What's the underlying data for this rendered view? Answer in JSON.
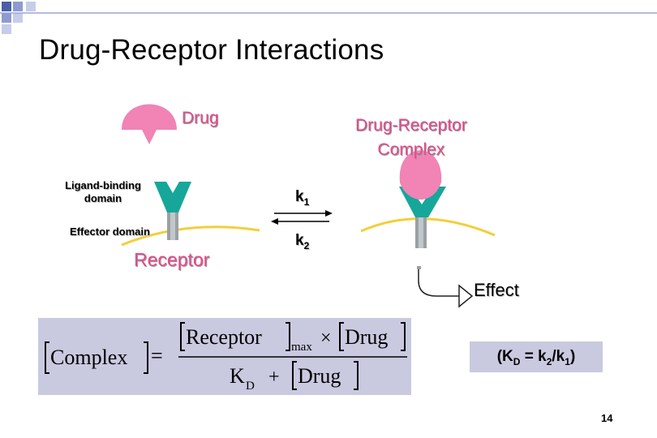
{
  "slide": {
    "title": "Drug-Receptor Interactions",
    "page_number": "14"
  },
  "labels": {
    "drug": "Drug",
    "complex_line1": "Drug-Receptor",
    "complex_line2": "Complex",
    "ligand_line1": "Ligand-binding",
    "ligand_line2": "domain",
    "effector": "Effector domain",
    "receptor": "Receptor",
    "effect": "Effect"
  },
  "rates": {
    "k": "k",
    "k1_sub": "1",
    "k2_sub": "2"
  },
  "formula": {
    "lhs": "Complex",
    "numerator_receptor": "Receptor",
    "numerator_sub": "max",
    "times": "×",
    "numerator_drug": "Drug",
    "denom_k": "K",
    "denom_sub": "D",
    "plus": "+",
    "denom_drug": "Drug"
  },
  "kd_relation": {
    "open": "(K",
    "sub_d": "D",
    "eq": " = k",
    "sub_2": "2",
    "slash": "/k",
    "sub_1": "1",
    "close": ")"
  },
  "colors": {
    "drug_pink": "#f183b5",
    "receptor_teal": "#16a79a",
    "membrane_yellow": "#f2cf3a",
    "box_lavender": "#c9c9e0",
    "label_pink": "#e8498c"
  },
  "icons": {
    "decor": "corner-squares-icon",
    "arrows": "reversible-arrows-icon",
    "effect_arrow": "curved-arrow-icon"
  }
}
